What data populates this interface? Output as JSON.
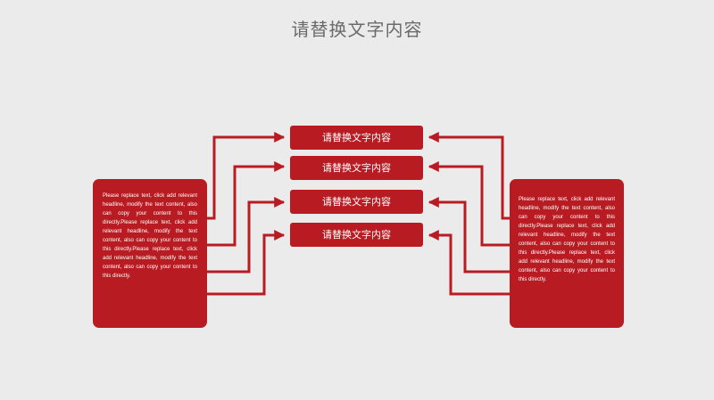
{
  "title": "请替换文字内容",
  "boxes": [
    {
      "label": "请替换文字内容"
    },
    {
      "label": "请替换文字内容"
    },
    {
      "label": "请替换文字内容"
    },
    {
      "label": "请替换文字内容"
    }
  ],
  "left_panel": {
    "text": "Please replace text, click add relevant headline, modify the text content, also can copy your content to this directly.Please replace text, click add relevant headline, modify the text content, also can copy your content to this directly.Please replace text, click add relevant headline, modify the text content, also can copy your content to this directly."
  },
  "right_panel": {
    "text": "Please replace text, click add relevant headline, modify the text content, also can copy your content to this directly.Please replace text, click add relevant headline, modify the text content, also can copy your content to this directly.Please replace text, click add relevant headline, modify the text content, also can copy your content to this directly."
  },
  "colors": {
    "accent": "#b81c22",
    "background": "#ebebeb",
    "title": "#6b6b6b"
  }
}
